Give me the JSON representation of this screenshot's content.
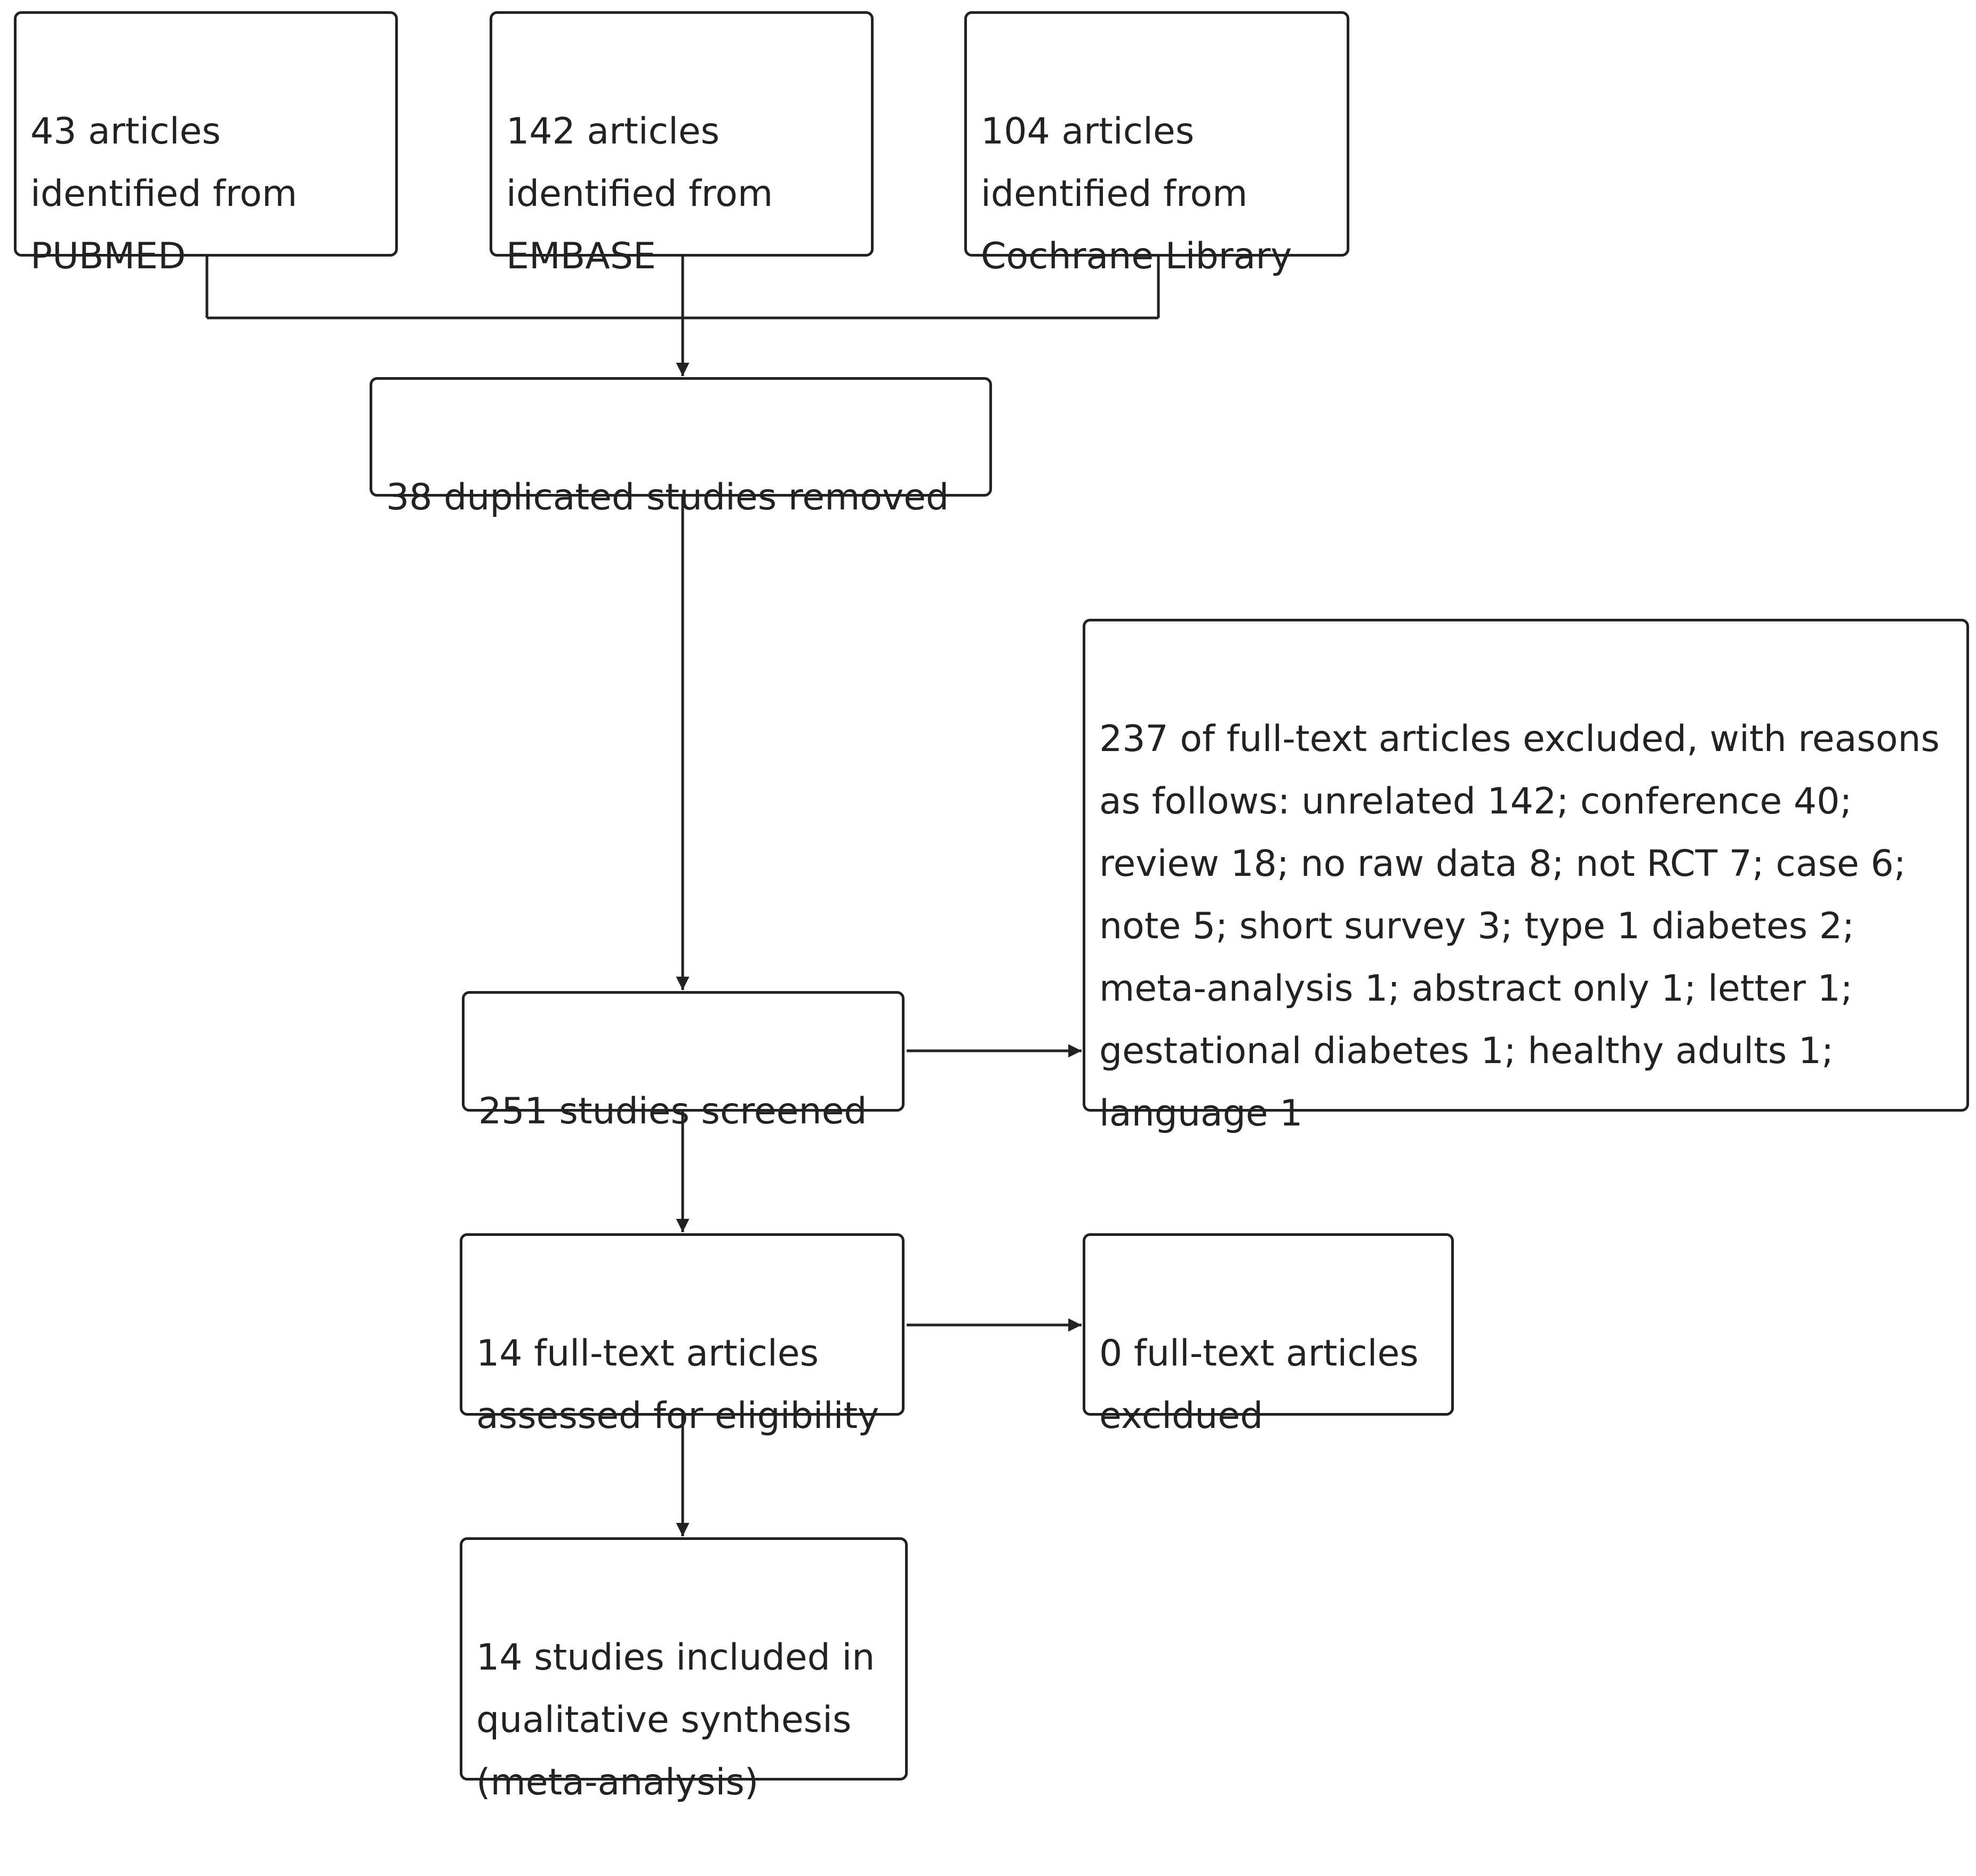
{
  "diagram": {
    "sources": {
      "pubmed": "43 articles\nidentified from\nPUBMED",
      "embase": "142 articles\nidentified from\nEMBASE",
      "cochrane": "104 articles\nidentified from\nCochrane Library"
    },
    "duplicates_removed": "38 duplicated studies removed",
    "screened": "251 studies screened",
    "screened_excluded": "237 of full-text articles excluded, with reasons\nas follows: unrelated 142; conference 40;\nreview 18; no raw data 8; not RCT 7; case 6;\nnote 5; short survey 3; type 1 diabetes 2;\nmeta-analysis 1; abstract only 1; letter 1;\ngestational diabetes 1; healthy adults 1;\nlanguage 1",
    "fulltext_assessed": "14 full-text articles\nassessed for eligibility",
    "fulltext_excluded": "0 full-text articles\nexcldued",
    "included": "14 studies included in\nqualitative synthesis\n(meta-analysis)"
  }
}
